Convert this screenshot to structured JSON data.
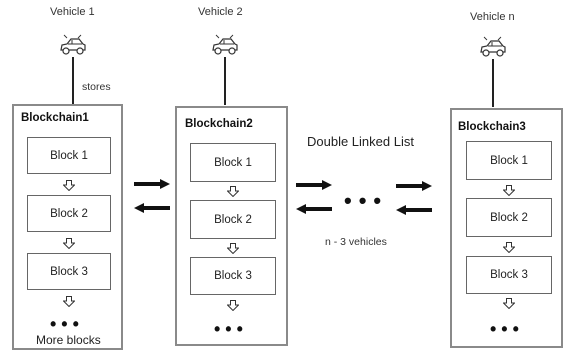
{
  "vehicles": [
    {
      "label": "Vehicle 1"
    },
    {
      "label": "Vehicle 2"
    },
    {
      "label": "Vehicle n"
    }
  ],
  "stores_label": "stores",
  "chains": [
    {
      "title": "Blockchain1",
      "blocks": [
        "Block 1",
        "Block 2",
        "Block 3"
      ],
      "more": "•••",
      "footer": "More blocks"
    },
    {
      "title": "Blockchain2",
      "blocks": [
        "Block 1",
        "Block 2",
        "Block 3"
      ],
      "more": "•••"
    },
    {
      "title": "Blockchain3",
      "blocks": [
        "Block 1",
        "Block 2",
        "Block 3"
      ],
      "more": "•••"
    }
  ],
  "list_title": "Double Linked List",
  "middle_dots": "•••",
  "middle_caption": "n - 3 vehicles",
  "icons": [
    "car-icon",
    "down-arrow-icon",
    "right-arrow-icon",
    "left-arrow-icon"
  ]
}
